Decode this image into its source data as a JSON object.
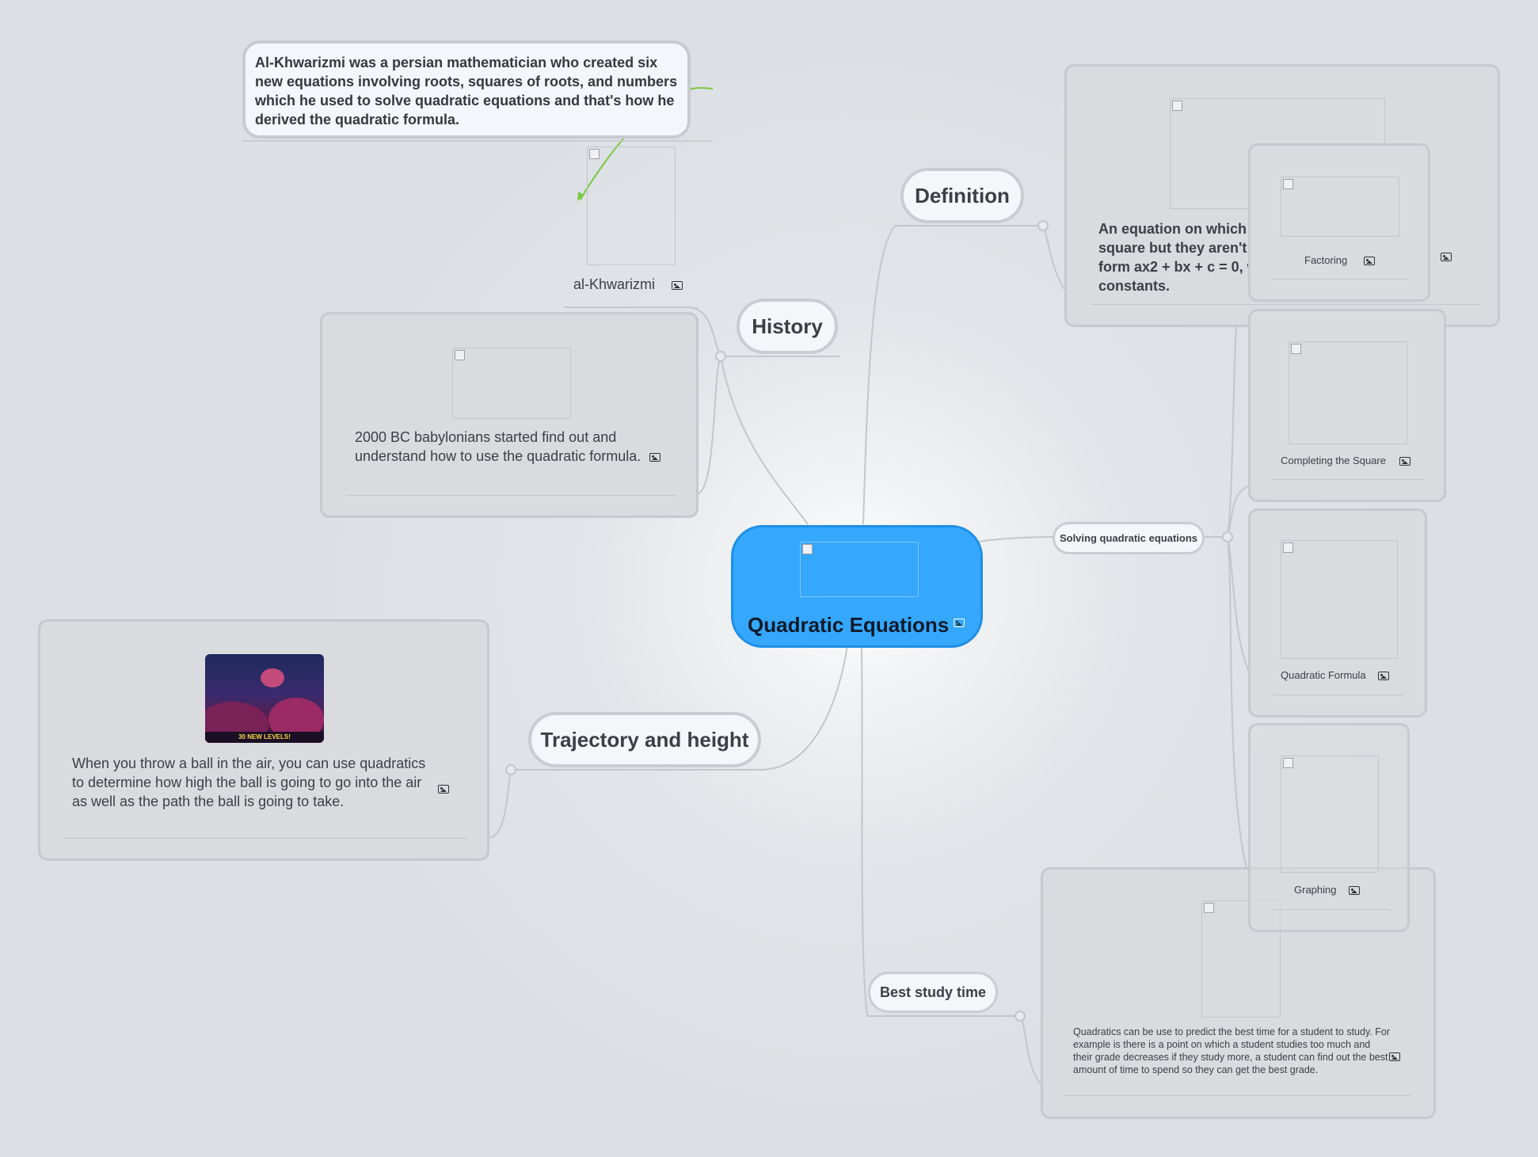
{
  "central": {
    "label": "Quadratic Equations",
    "color": "#35a7fd"
  },
  "branches": {
    "definition": {
      "label": "Definition",
      "card_text": "An equation on which one or more terms are square but they aren't higher than 2, having the form ax2 + bx + c = 0, where a, b, and c are constants."
    },
    "history": {
      "label": "History",
      "khwarizmi": {
        "label": "al-Khwarizmi"
      },
      "callout": "Al-Khwarizmi was a persian mathematician who created six new equations involving roots, squares of roots, and numbers which he used to solve quadratic equations and that's how he derived the quadratic formula.",
      "babylon_text": "2000 BC babylonians started find out and understand how to use the quadratic formula."
    },
    "trajectory": {
      "label": "Trajectory and height",
      "card_text": "When you throw a ball in the air, you can use quadratics to determine how high the ball is going to go into the air as well as the path the ball is going to take.",
      "game_banner": "30 NEW LEVELS!"
    },
    "solving": {
      "label": "Solving quadratic equations",
      "methods": [
        {
          "label": "Factoring"
        },
        {
          "label": "Completing the Square"
        },
        {
          "label": "Quadratic Formula"
        },
        {
          "label": "Graphing"
        }
      ]
    },
    "study": {
      "label": "Best study time",
      "card_text": "Quadratics can be use to predict the best time for a student to study. For example is there is a point on which a student studies too much and their grade decreases if they study more, a student can find out the best amount of time to spend so they can get the best grade."
    }
  },
  "colors": {
    "link": "#c3c6ca",
    "callout_arrow": "#7ac943",
    "card": "#d9dbde"
  }
}
